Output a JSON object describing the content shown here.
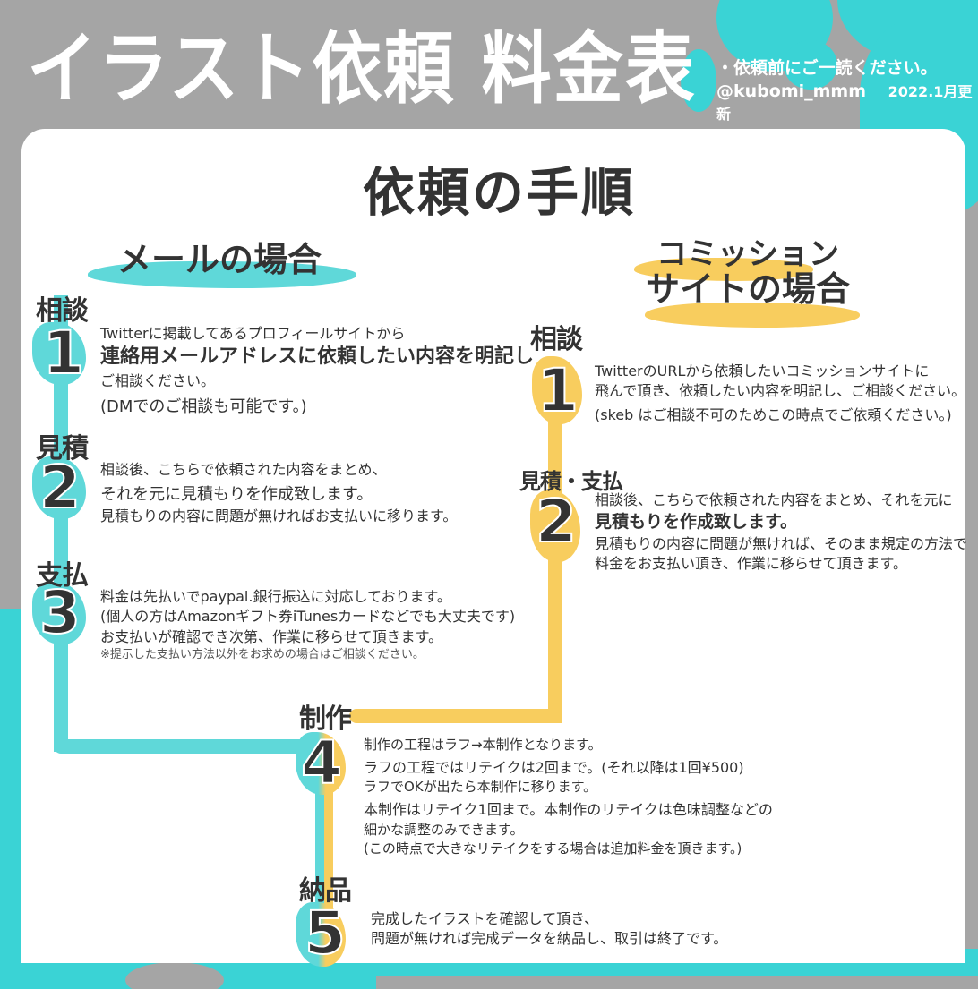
{
  "header": {
    "title": "イラスト依頼 料金表",
    "subtitle": "・依頼前にご一読ください。",
    "handle": "@kubomi_mmm",
    "updated": "2022.1月更新"
  },
  "main": {
    "title": "依頼の手順"
  },
  "email_flow": {
    "heading": "メールの場合",
    "steps": [
      {
        "label": "相談",
        "number": "1",
        "lines": [
          "Twitterに掲載してあるプロフィールサイトから",
          "連絡用メールアドレスに依頼したい内容を明記し",
          "ご相談ください。",
          "(DMでのご相談も可能です。)"
        ]
      },
      {
        "label": "見積",
        "number": "2",
        "lines": [
          "相談後、こちらで依頼された内容をまとめ、",
          "それを元に見積もりを作成致します。",
          "見積もりの内容に問題が無ければお支払いに移ります。"
        ]
      },
      {
        "label": "支払",
        "number": "3",
        "lines": [
          "料金は先払いでpaypal.銀行振込に対応しております。",
          "(個人の方はAmazonギフト券iTunesカードなどでも大丈夫です)",
          "お支払いが確認でき次第、作業に移らせて頂きます。",
          "※提示した支払い方法以外をお求めの場合はご相談ください。"
        ]
      }
    ]
  },
  "commission_flow": {
    "heading_line1": "コミッション",
    "heading_line2": "サイトの場合",
    "steps": [
      {
        "label": "相談",
        "number": "1",
        "lines": [
          "TwitterのURLから依頼したいコミッションサイトに",
          "飛んで頂き、依頼したい内容を明記し、ご相談ください。",
          "(skeb はご相談不可のためこの時点でご依頼ください。)"
        ]
      },
      {
        "label": "見積・支払",
        "number": "2",
        "lines": [
          "相談後、こちらで依頼された内容をまとめ、それを元に",
          "見積もりを作成致します。",
          "見積もりの内容に問題が無ければ、そのまま規定の方法で",
          "料金をお支払い頂き、作業に移らせて頂きます。"
        ]
      }
    ]
  },
  "shared_steps": [
    {
      "label": "制作",
      "number": "4",
      "lines": [
        "制作の工程はラフ→本制作となります。",
        "ラフの工程ではリテイクは2回まで。(それ以降は1回¥500)",
        "ラフでOKが出たら本制作に移ります。",
        "本制作はリテイク1回まで。本制作のリテイクは色味調整などの",
        "細かな調整のみできます。",
        "(この時点で大きなリテイクをする場合は追加料金を頂きます。)"
      ]
    },
    {
      "label": "納品",
      "number": "5",
      "lines": [
        "完成したイラストを確認して頂き、",
        "問題が無ければ完成データを納品し、取引は終了です。"
      ]
    }
  ],
  "colors": {
    "background_gray": "#a5a5a5",
    "accent_teal": "#3ad3d5",
    "accent_yellow": "#f8cd5e",
    "text_dark": "#333333",
    "card_white": "#ffffff"
  }
}
